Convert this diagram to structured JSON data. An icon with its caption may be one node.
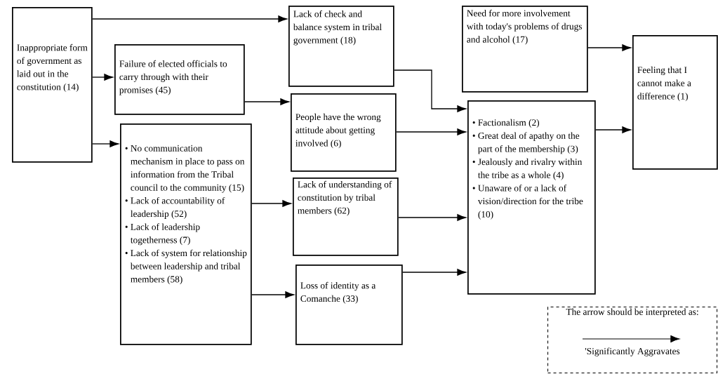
{
  "diagram": {
    "nodes": [
      {
        "text": [
          "Inappropriate form of government as laid out in the constitution (14)"
        ]
      },
      {
        "text": [
          "Failure of elected officials to carry through with their promises (45)"
        ]
      },
      {
        "text": [
          "• No communication mechanism in place to pass on information from the Tribal council to the community (15)",
          "• Lack of accountability of leadership (52)",
          "• Lack of leadership togetherness (7)",
          "• Lack of system for relationship between leadership and tribal members (58)"
        ]
      },
      {
        "text": [
          "Lack of check and balance system in tribal government (18)"
        ]
      },
      {
        "text": [
          "People have the wrong attitude about getting involved (6)"
        ]
      },
      {
        "text": [
          "Lack of understanding of constitution by tribal members (62)"
        ]
      },
      {
        "text": [
          "Loss of identity as a Comanche (33)"
        ]
      },
      {
        "text": [
          "Need for more involvement with today's problems of drugs and alcohol (17)"
        ]
      },
      {
        "text": [
          "• Factionalism (2)",
          "• Great deal of apathy on the part of the membership (3)",
          "• Jealously and rivalry within the tribe as a whole (4)",
          "• Unaware of or a lack of vision/direction for the tribe (10)"
        ]
      },
      {
        "text": [
          "Feeling that I cannot make a difference (1)"
        ]
      },
      {
        "text": [
          "The arrow should be interpreted as:",
          "'Significantly Aggravates"
        ]
      }
    ],
    "edges": [
      {
        "from": 0,
        "to": 3,
        "arrow": "to"
      },
      {
        "from": 0,
        "to": 1,
        "arrow": "to"
      },
      {
        "from": 0,
        "to": 2,
        "arrow": "to"
      },
      {
        "from": 1,
        "to": 4,
        "arrow": "to"
      },
      {
        "from": 3,
        "to": 8,
        "arrow": "to"
      },
      {
        "from": 4,
        "to": 8,
        "arrow": "to"
      },
      {
        "from": 2,
        "to": 5,
        "arrow": "to"
      },
      {
        "from": 2,
        "to": 6,
        "arrow": "to"
      },
      {
        "from": 5,
        "to": 8,
        "arrow": "to"
      },
      {
        "from": 6,
        "to": 8,
        "arrow": "to"
      },
      {
        "from": 7,
        "to": 9,
        "arrow": "to"
      },
      {
        "from": 8,
        "to": 9,
        "arrow": "to"
      }
    ]
  }
}
